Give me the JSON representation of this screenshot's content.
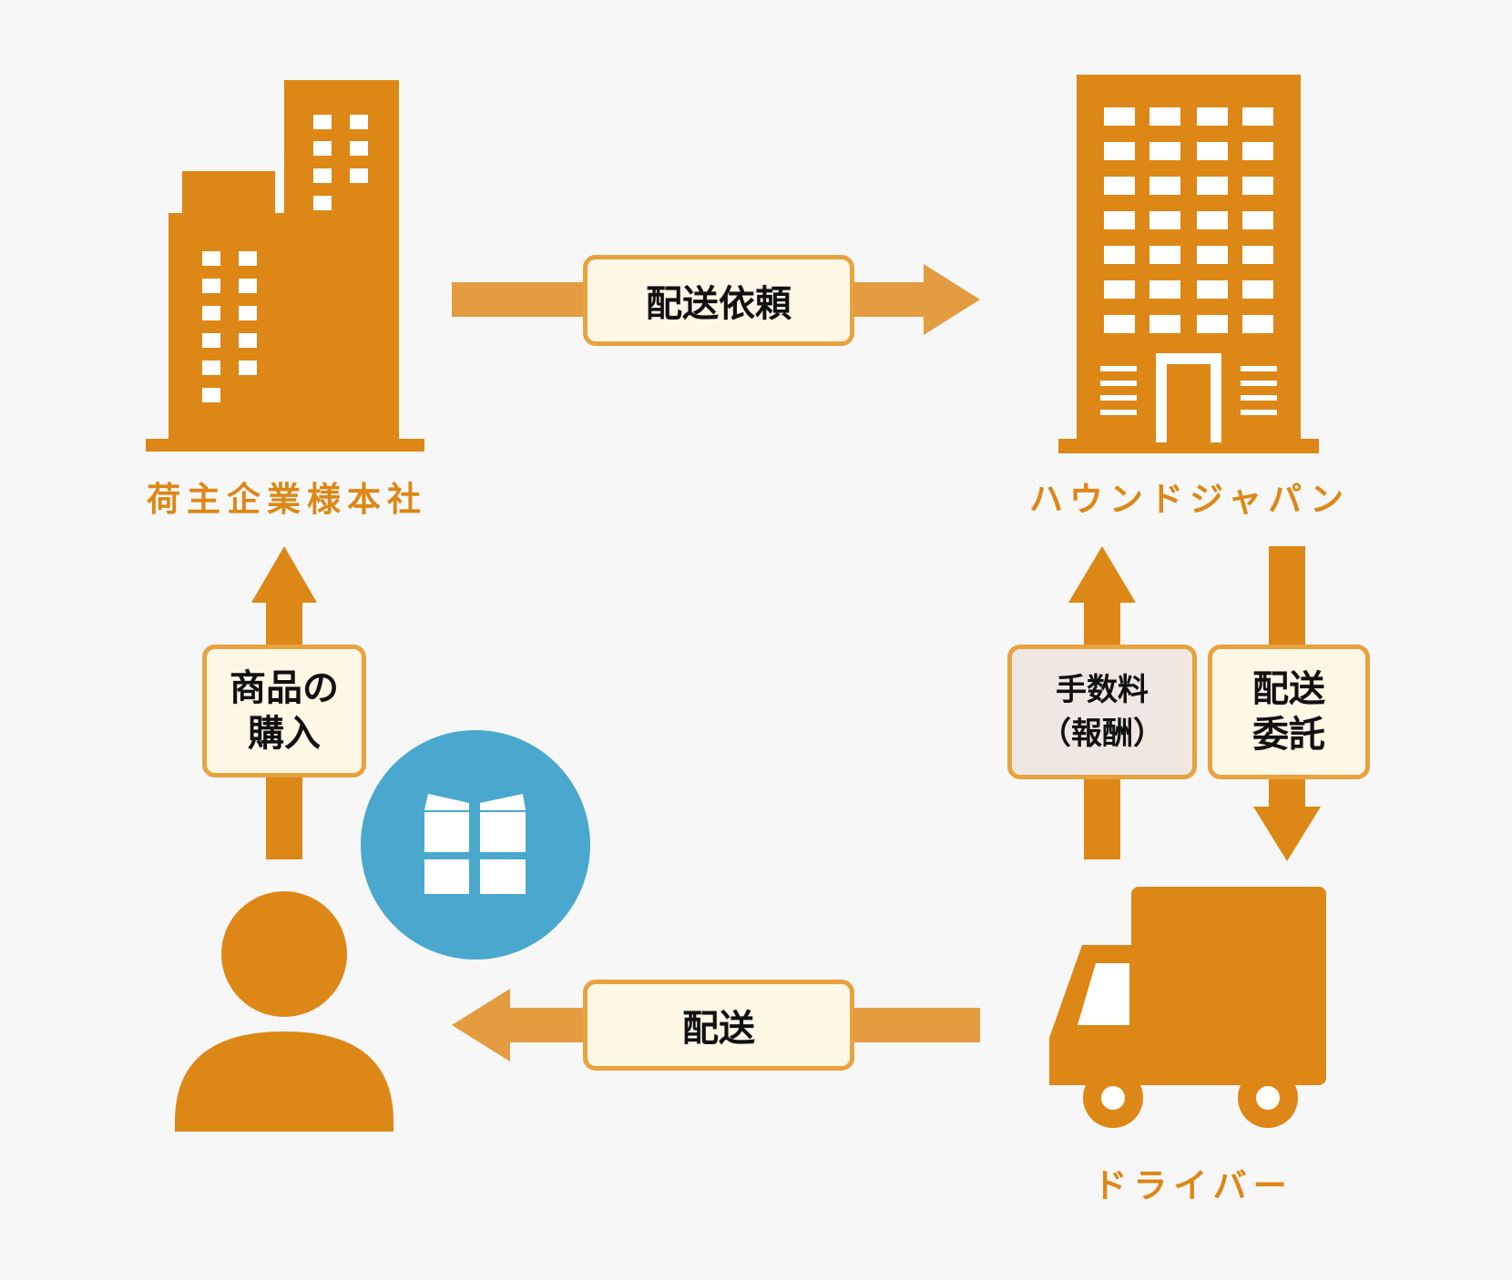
{
  "nodes": {
    "shipper": "荷主企業様本社",
    "hound_japan": "ハウンドジャパン",
    "driver": "ドライバー"
  },
  "flows": {
    "delivery_request": "配送依頼",
    "purchase": [
      "商品の",
      "購入"
    ],
    "fee": [
      "手数料",
      "（報酬）"
    ],
    "delivery_consignment": [
      "配送",
      "委託"
    ],
    "delivery": "配送"
  },
  "colors": {
    "primary_orange": "#dd8716",
    "arrow_light_orange": "#e39c40",
    "box_border": "#e8a23e",
    "box_fill": "#fdf7e6",
    "fee_box_fill": "#efe8e2",
    "gift_circle": "#4aa8ce",
    "background": "#f7f7f7"
  },
  "icons": [
    "office-buildings-icon",
    "office-tower-icon",
    "person-icon",
    "gift-icon",
    "delivery-truck-icon"
  ]
}
